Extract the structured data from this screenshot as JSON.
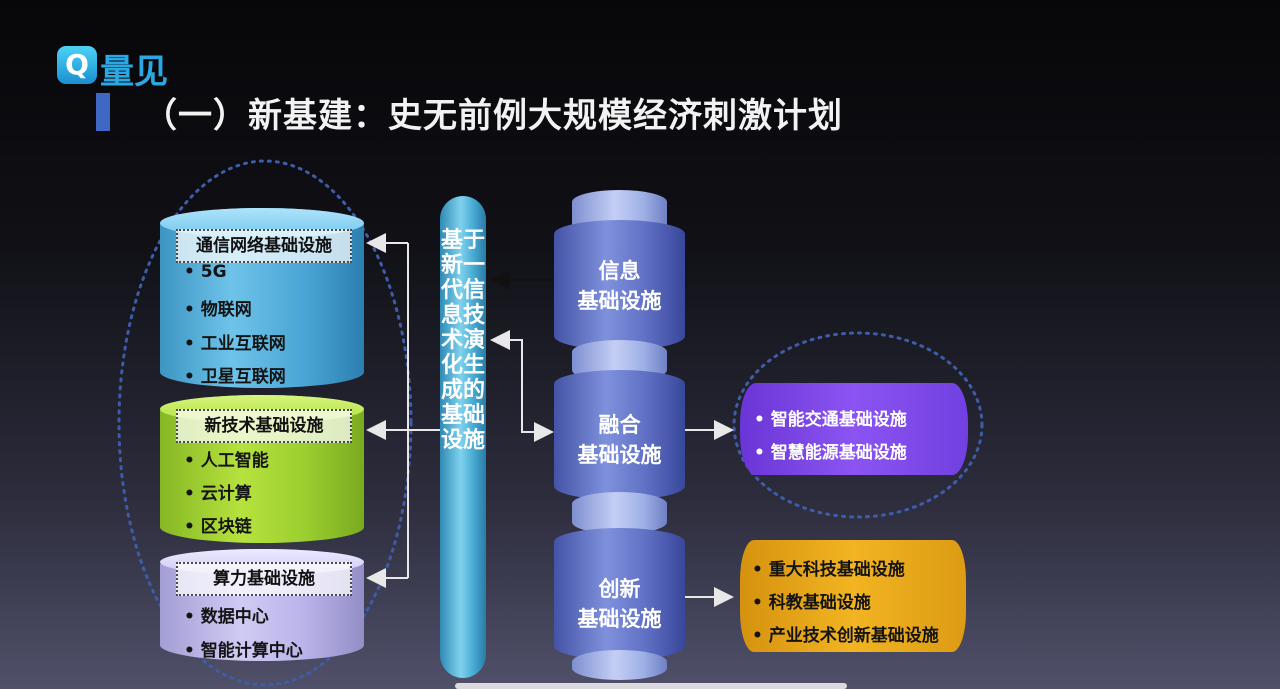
{
  "brand": {
    "logo_letter": "Q",
    "logo_text": "量见"
  },
  "title": "（一）新基建：史无前例大规模经济刺激计划",
  "center_label": "基于新一代信息技术演化生成的基础设施",
  "groups": [
    {
      "header": "通信网络基础设施",
      "items": [
        "5G",
        "物联网",
        "工业互联网",
        "卫星互联网"
      ]
    },
    {
      "header": "新技术基础设施",
      "items": [
        "人工智能",
        "云计算",
        "区块链"
      ]
    },
    {
      "header": "算力基础设施",
      "items": [
        "数据中心",
        "智能计算中心"
      ]
    }
  ],
  "pillars": [
    {
      "line1": "信息",
      "line2": "基础设施"
    },
    {
      "line1": "融合",
      "line2": "基础设施"
    },
    {
      "line1": "创新",
      "line2": "基础设施"
    }
  ],
  "fusion_items": [
    "智能交通基础设施",
    "智慧能源基础设施"
  ],
  "innovation_items": [
    "重大科技基础设施",
    "科教基础设施",
    "产业技术创新基础设施"
  ],
  "colors": {
    "accent": "#2aa8e6",
    "title_bar": "#3f68c4",
    "fusion_box": "#7e48ea",
    "innovation_box": "#eba91c"
  }
}
